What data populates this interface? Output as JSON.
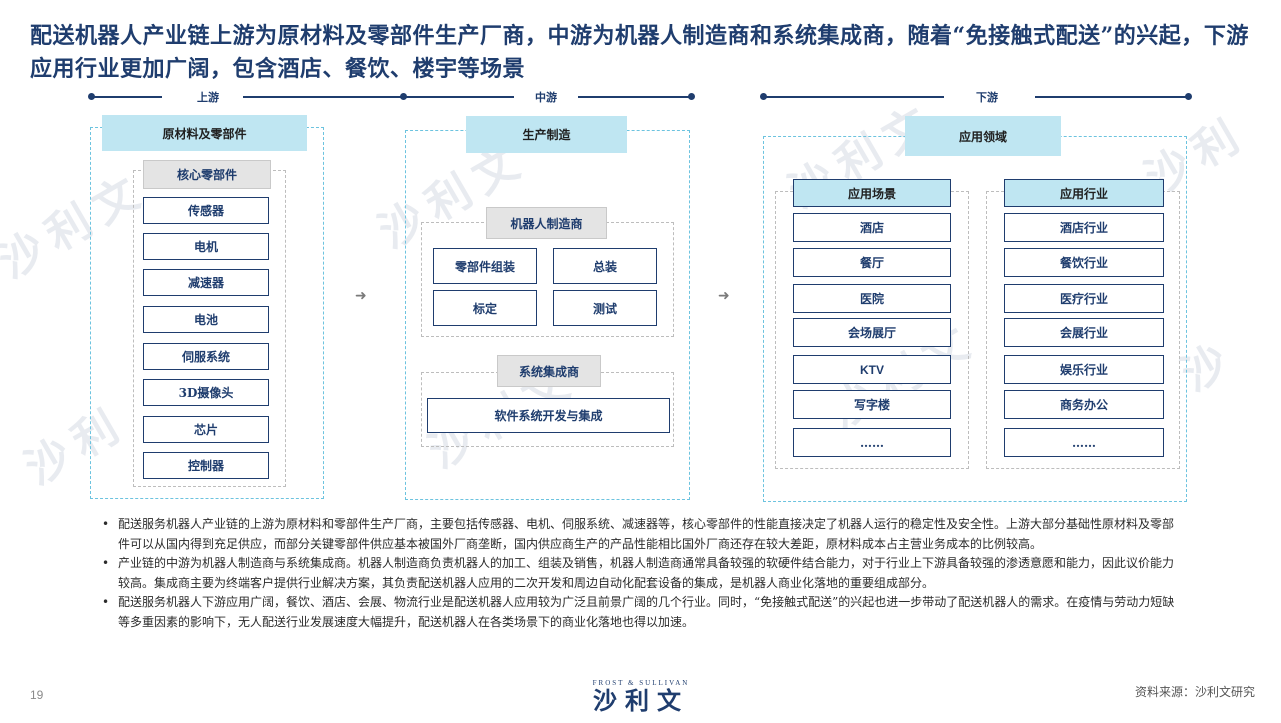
{
  "title": "配送机器人产业链上游为原材料及零部件生产厂商，中游为机器人制造商和系统集成商，随着“免接触式配送”的兴起，下游应用行业更加广阔，包含酒店、餐饮、楼宇等场景",
  "stages": {
    "upstream": "上游",
    "midstream": "中游",
    "downstream": "下游"
  },
  "upstream": {
    "header": "原材料及零部件",
    "core_header": "核心零部件",
    "items": [
      "传感器",
      "电机",
      "减速器",
      "电池",
      "伺服系统",
      "3D摄像头",
      "芯片",
      "控制器"
    ]
  },
  "midstream": {
    "header": "生产制造",
    "manufacturer_header": "机器人制造商",
    "manufacturer_items": [
      "零部件组装",
      "总装",
      "标定",
      "测试"
    ],
    "integrator_header": "系统集成商",
    "integrator_item": "软件系统开发与集成"
  },
  "downstream": {
    "header": "应用领域",
    "scenes_header": "应用场景",
    "scenes": [
      "酒店",
      "餐厅",
      "医院",
      "会场展厅",
      "KTV",
      "写字楼",
      "……"
    ],
    "industries_header": "应用行业",
    "industries": [
      "酒店行业",
      "餐饮行业",
      "医疗行业",
      "会展行业",
      "娱乐行业",
      "商务办公",
      "……"
    ]
  },
  "bullets": [
    "配送服务机器人产业链的上游为原材料和零部件生产厂商，主要包括传感器、电机、伺服系统、减速器等，核心零部件的性能直接决定了机器人运行的稳定性及安全性。上游大部分基础性原材料及零部件可以从国内得到充足供应，而部分关键零部件供应基本被国外厂商垄断，国内供应商生产的产品性能相比国外厂商还存在较大差距，原材料成本占主营业务成本的比例较高。",
    "产业链的中游为机器人制造商与系统集成商。机器人制造商负责机器人的加工、组装及销售，机器人制造商通常具备较强的软硬件结合能力，对于行业上下游具备较强的渗透意愿和能力，因此议价能力较高。集成商主要为终端客户提供行业解决方案，其负责配送机器人应用的二次开发和周边自动化配套设备的集成，是机器人商业化落地的重要组成部分。",
    "配送服务机器人下游应用广阔，餐饮、酒店、会展、物流行业是配送机器人应用较为广泛且前景广阔的几个行业。同时，“免接触式配送”的兴起也进一步带动了配送机器人的需求。在疫情与劳动力短缺等多重因素的影响下，无人配送行业发展速度大幅提升，配送机器人在各类场景下的商业化落地也得以加速。"
  ],
  "page_number": "19",
  "source": "资料来源：沙利文研究",
  "logo": {
    "english": "FROST & SULLIVAN",
    "chinese": "沙利文"
  },
  "arrow_glyph": "➜",
  "colors": {
    "navy": "#1f3d6e",
    "header_blue": "#bfe6f2",
    "dashed_blue": "#6cc3df",
    "header_grey": "#e4e4e4"
  }
}
